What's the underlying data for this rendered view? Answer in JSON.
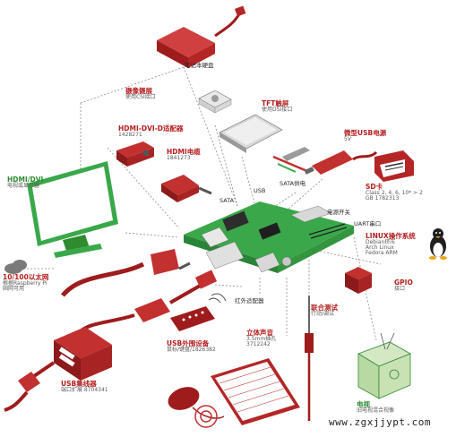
{
  "colors": {
    "red": "#b41e1e",
    "green": "#3aa84a",
    "grey": "#666666"
  },
  "labels": {
    "laptop_hdd": {
      "sub": "笔记本硬盘"
    },
    "camera": {
      "title": "摄像摄展",
      "sub": "使用CSI接口"
    },
    "tft": {
      "title": "TFT触屏",
      "sub": "使用DSI接口"
    },
    "micro_usb": {
      "title": "微型USB电源",
      "sub": "5V"
    },
    "hdmi_dvi": {
      "title": "HDMI-DVI-D适配器",
      "sub": "1428271"
    },
    "hdmi_cable": {
      "title": "HDMI电缆",
      "sub": "1841273"
    },
    "sata": {
      "title": "SATA"
    },
    "usb_small": {
      "title": "USB"
    },
    "sata_power": {
      "title": "SATA供电"
    },
    "sd_card": {
      "title": "SD卡",
      "sub1": "Class 2, 4, 6, 10* > 2",
      "sub2": "GB 1782313"
    },
    "power_switch": {
      "title": "电源开关"
    },
    "uart": {
      "title": "UART串口"
    },
    "hdmi_dvi_display": {
      "title": "HDMI/DVI",
      "sub": "电视或显示器"
    },
    "linux": {
      "title": "LINUX操作系统",
      "sub1": "Debian挤压",
      "sub2": "Arch Linux",
      "sub3": "Fedora ARM"
    },
    "ethernet": {
      "title": "10/100以太网",
      "sub1": "根据Raspberry Pi",
      "sub2": "固网可用"
    },
    "gpio": {
      "title": "GPIO",
      "sub": "接口"
    },
    "ir": {
      "title": "红外适配器"
    },
    "jtag": {
      "title": "联合测试",
      "sub": "行动/调试"
    },
    "audio": {
      "title": "立体声音",
      "sub1": "3.5mm插孔",
      "sub2": "3712242"
    },
    "usb_peripherals": {
      "title": "USB外围设备",
      "sub": "鼠标/键盘/1826382"
    },
    "usb_hub": {
      "title": "USB集线器",
      "sub": "端口扩展 8704341"
    },
    "tv": {
      "title": "电视",
      "sub": "旧电视混合视像"
    }
  },
  "watermark": "www.zgxjjypt.com"
}
